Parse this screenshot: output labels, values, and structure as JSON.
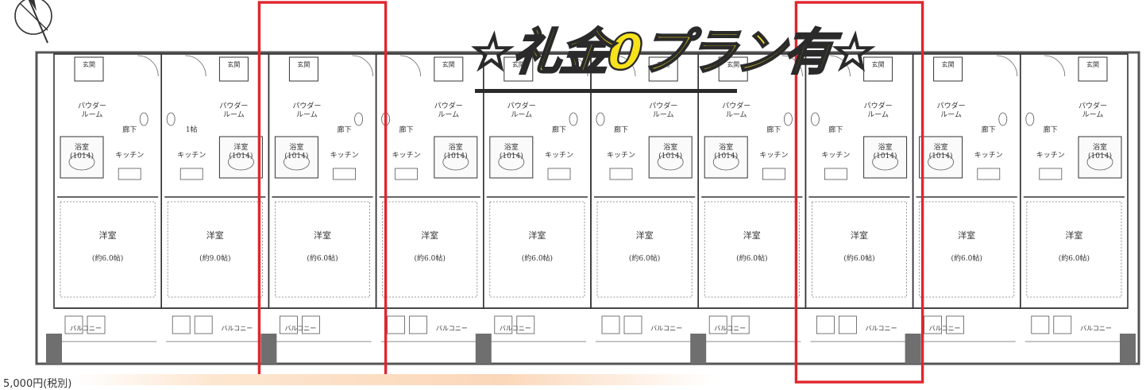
{
  "banner": {
    "text": "☆礼金0プラン有☆"
  },
  "plan": {
    "units": [
      {
        "area": "(約6.0帖)",
        "room": "洋室",
        "bath": "浴室\n(1014)",
        "lounge": "パウダー\nルーム",
        "corridor": "廊下",
        "kitchen": "キッチン",
        "entrance": "玄関",
        "balcony": "バルコニー",
        "highlighted": false
      },
      {
        "area": "(約9.0帖)",
        "room": "洋室",
        "bath": "洋室\n(1014)",
        "lounge": "パウダー\nルーム",
        "corridor": "1帖",
        "kitchen": "キッチン",
        "entrance": "玄関",
        "balcony": "バルコニー",
        "highlighted": false
      },
      {
        "area": "(約6.0帖)",
        "room": "洋室",
        "bath": "浴室\n(1014)",
        "lounge": "パウダー\nルーム",
        "corridor": "廊下",
        "kitchen": "キッチン",
        "entrance": "玄関",
        "balcony": "バルコニー",
        "highlighted": true
      },
      {
        "area": "(約6.0帖)",
        "room": "洋室",
        "bath": "浴室\n(1014)",
        "lounge": "パウダー\nルーム",
        "corridor": "廊下",
        "kitchen": "キッチン",
        "entrance": "玄関",
        "balcony": "バルコニー",
        "highlighted": false
      },
      {
        "area": "(約6.0帖)",
        "room": "洋室",
        "bath": "浴室\n(1014)",
        "lounge": "パウダー\nルーム",
        "corridor": "廊下",
        "kitchen": "キッチン",
        "entrance": "玄関",
        "balcony": "バルコニー",
        "highlighted": false
      },
      {
        "area": "(約6.0帖)",
        "room": "洋室",
        "bath": "浴室\n(1014)",
        "lounge": "パウダー\nルーム",
        "corridor": "廊下",
        "kitchen": "キッチン",
        "entrance": "玄関",
        "balcony": "バルコニー",
        "highlighted": false
      },
      {
        "area": "(約6.0帖)",
        "room": "洋室",
        "bath": "浴室\n(1014)",
        "lounge": "パウダー\nルーム",
        "corridor": "廊下",
        "kitchen": "キッチン",
        "entrance": "玄関",
        "balcony": "バルコニー",
        "highlighted": false
      },
      {
        "area": "(約6.0帖)",
        "room": "洋室",
        "bath": "浴室\n(1014)",
        "lounge": "パウダー\nルーム",
        "corridor": "廊下",
        "kitchen": "キッチン",
        "entrance": "玄関",
        "balcony": "バルコニー",
        "highlighted": true
      },
      {
        "area": "(約6.0帖)",
        "room": "洋室",
        "bath": "浴室\n(1014)",
        "lounge": "パウダー\nルーム",
        "corridor": "廊下",
        "kitchen": "キッチン",
        "entrance": "玄関",
        "balcony": "バルコニー",
        "highlighted": false
      },
      {
        "area": "(約6.0帖)",
        "room": "洋室",
        "bath": "浴室\n(1014)",
        "lounge": "パウダー\nルーム",
        "corridor": "廊下",
        "kitchen": "キッチン",
        "entrance": "玄関",
        "balcony": "バルコニー",
        "highlighted": false
      }
    ]
  },
  "colors": {
    "wall": "#555555",
    "line": "#333333",
    "pillar": "#6f6f6f",
    "highlight": "#e0262e",
    "banner_fill": "#f7e21b",
    "banner_stroke": "#2a2a2a"
  },
  "footer": {
    "note": "5,000円(税別)"
  }
}
